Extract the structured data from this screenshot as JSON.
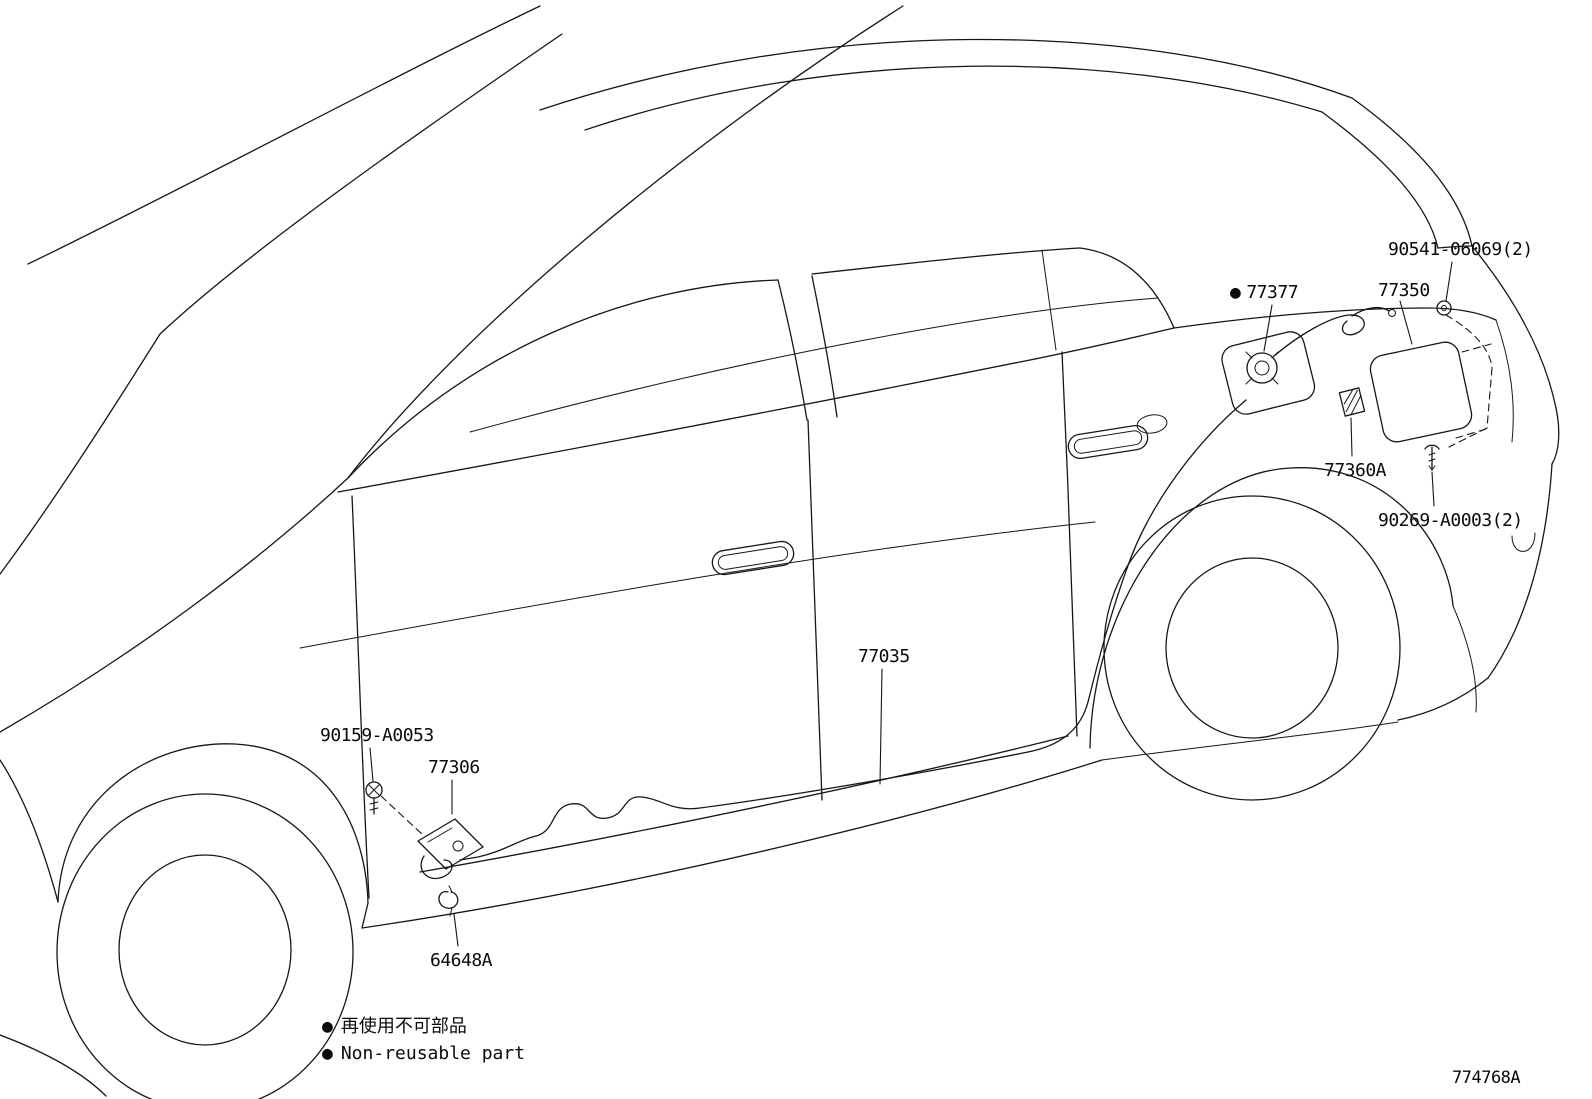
{
  "diagram": {
    "doc_number": "774768A",
    "labels": {
      "p90541": "90541-06069(2)",
      "p77350": "77350",
      "p77377": "77377",
      "p77360a": "77360A",
      "p90269": "90269-A0003(2)",
      "p77035": "77035",
      "p90159": "90159-A0053",
      "p77306": "77306",
      "p64648a": "64648A"
    },
    "legend": {
      "bullet": "●",
      "line_jp": "再使用不可部品",
      "line_en": "Non-reusable part"
    },
    "colors": {
      "line": "#161616",
      "background": "#ffffff"
    }
  }
}
